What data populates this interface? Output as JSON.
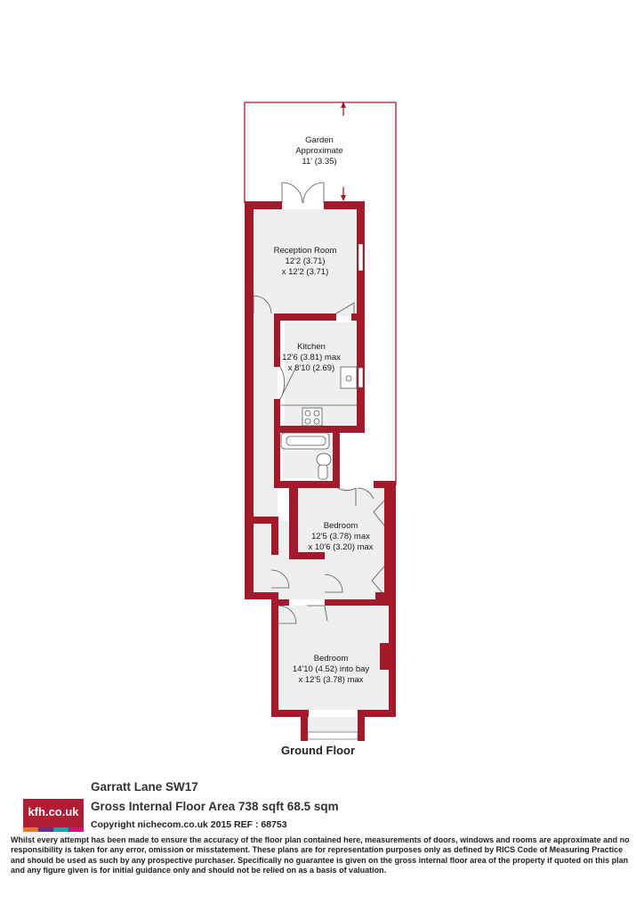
{
  "rooms": {
    "garden": {
      "name": "Garden",
      "line2": "Approximate",
      "line3": "11' (3.35)"
    },
    "reception": {
      "name": "Reception Room",
      "line2": "12'2 (3.71)",
      "line3": "x 12'2 (3.71)"
    },
    "kitchen": {
      "name": "Kitchen",
      "line2": "12'6 (3.81) max",
      "line3": "x 8'10 (2.69)"
    },
    "bedroom1": {
      "name": "Bedroom",
      "line2": "12'5 (3.78) max",
      "line3": "x 10'6 (3.20) max"
    },
    "bedroom2": {
      "name": "Bedroom",
      "line2": "14'10 (4.52) into bay",
      "line3": "x 12'5 (3.78) max"
    }
  },
  "floor_title": "Ground Floor",
  "logo": {
    "text": "kfh.co.uk",
    "stripe_colors": [
      "#e87722",
      "#6a2c91",
      "#00a9a6",
      "#e5007e"
    ]
  },
  "property": {
    "address": "Garratt Lane  SW17",
    "area": "Gross Internal Floor Area 738 sqft 68.5 sqm",
    "copyright": "Copyright nichecom.co.uk 2015 REF : 68753"
  },
  "disclaimer": "Whilst every attempt has been made to ensure the accuracy of the floor plan contained here, measurements of doors, windows and rooms are approximate and no responsibility is taken for any error, omission or misstatement.  These plans are for representation purposes only as defined by RICS Code of Measuring Practice and should be used as such by any prospective purchaser.  Specifically no guarantee is given on the gross internal floor area of the property if quoted on this plan and any figure given is for initial guidance only and should not be relied on as a basis of valuation.",
  "colors": {
    "wall": "#a31a2a",
    "floor": "#efefef",
    "logo_bg": "#b01e35"
  }
}
